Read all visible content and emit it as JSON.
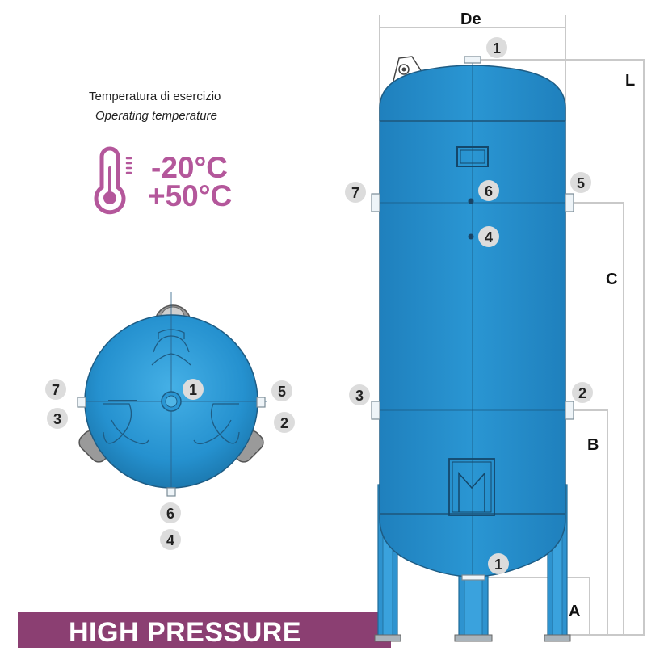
{
  "temperature": {
    "label_it": "Temperatura di esercizio",
    "label_en": "Operating temperature",
    "min": "-20°C",
    "max": "+50°C",
    "icon": "thermometer-icon",
    "color": "#b4579b"
  },
  "banner": {
    "text": "HIGH PRESSURE",
    "color": "#8b3f72"
  },
  "tank": {
    "body_color": "#2591cf",
    "outline_color": "#1e5c84"
  },
  "dimensions": {
    "diameter": "De",
    "length": "L",
    "c": "C",
    "b": "B",
    "a": "A"
  },
  "top_view_labels": {
    "center": "1",
    "left_upper": "7",
    "left_lower": "3",
    "right_upper": "5",
    "right_lower": "2",
    "bottom_upper": "6",
    "bottom_lower": "4"
  },
  "side_view_labels": {
    "top": "1",
    "left_upper": "7",
    "right_upper": "5",
    "center_upper": "6",
    "center_lower": "4",
    "left_lower": "3",
    "right_lower": "2",
    "bottom": "1"
  }
}
